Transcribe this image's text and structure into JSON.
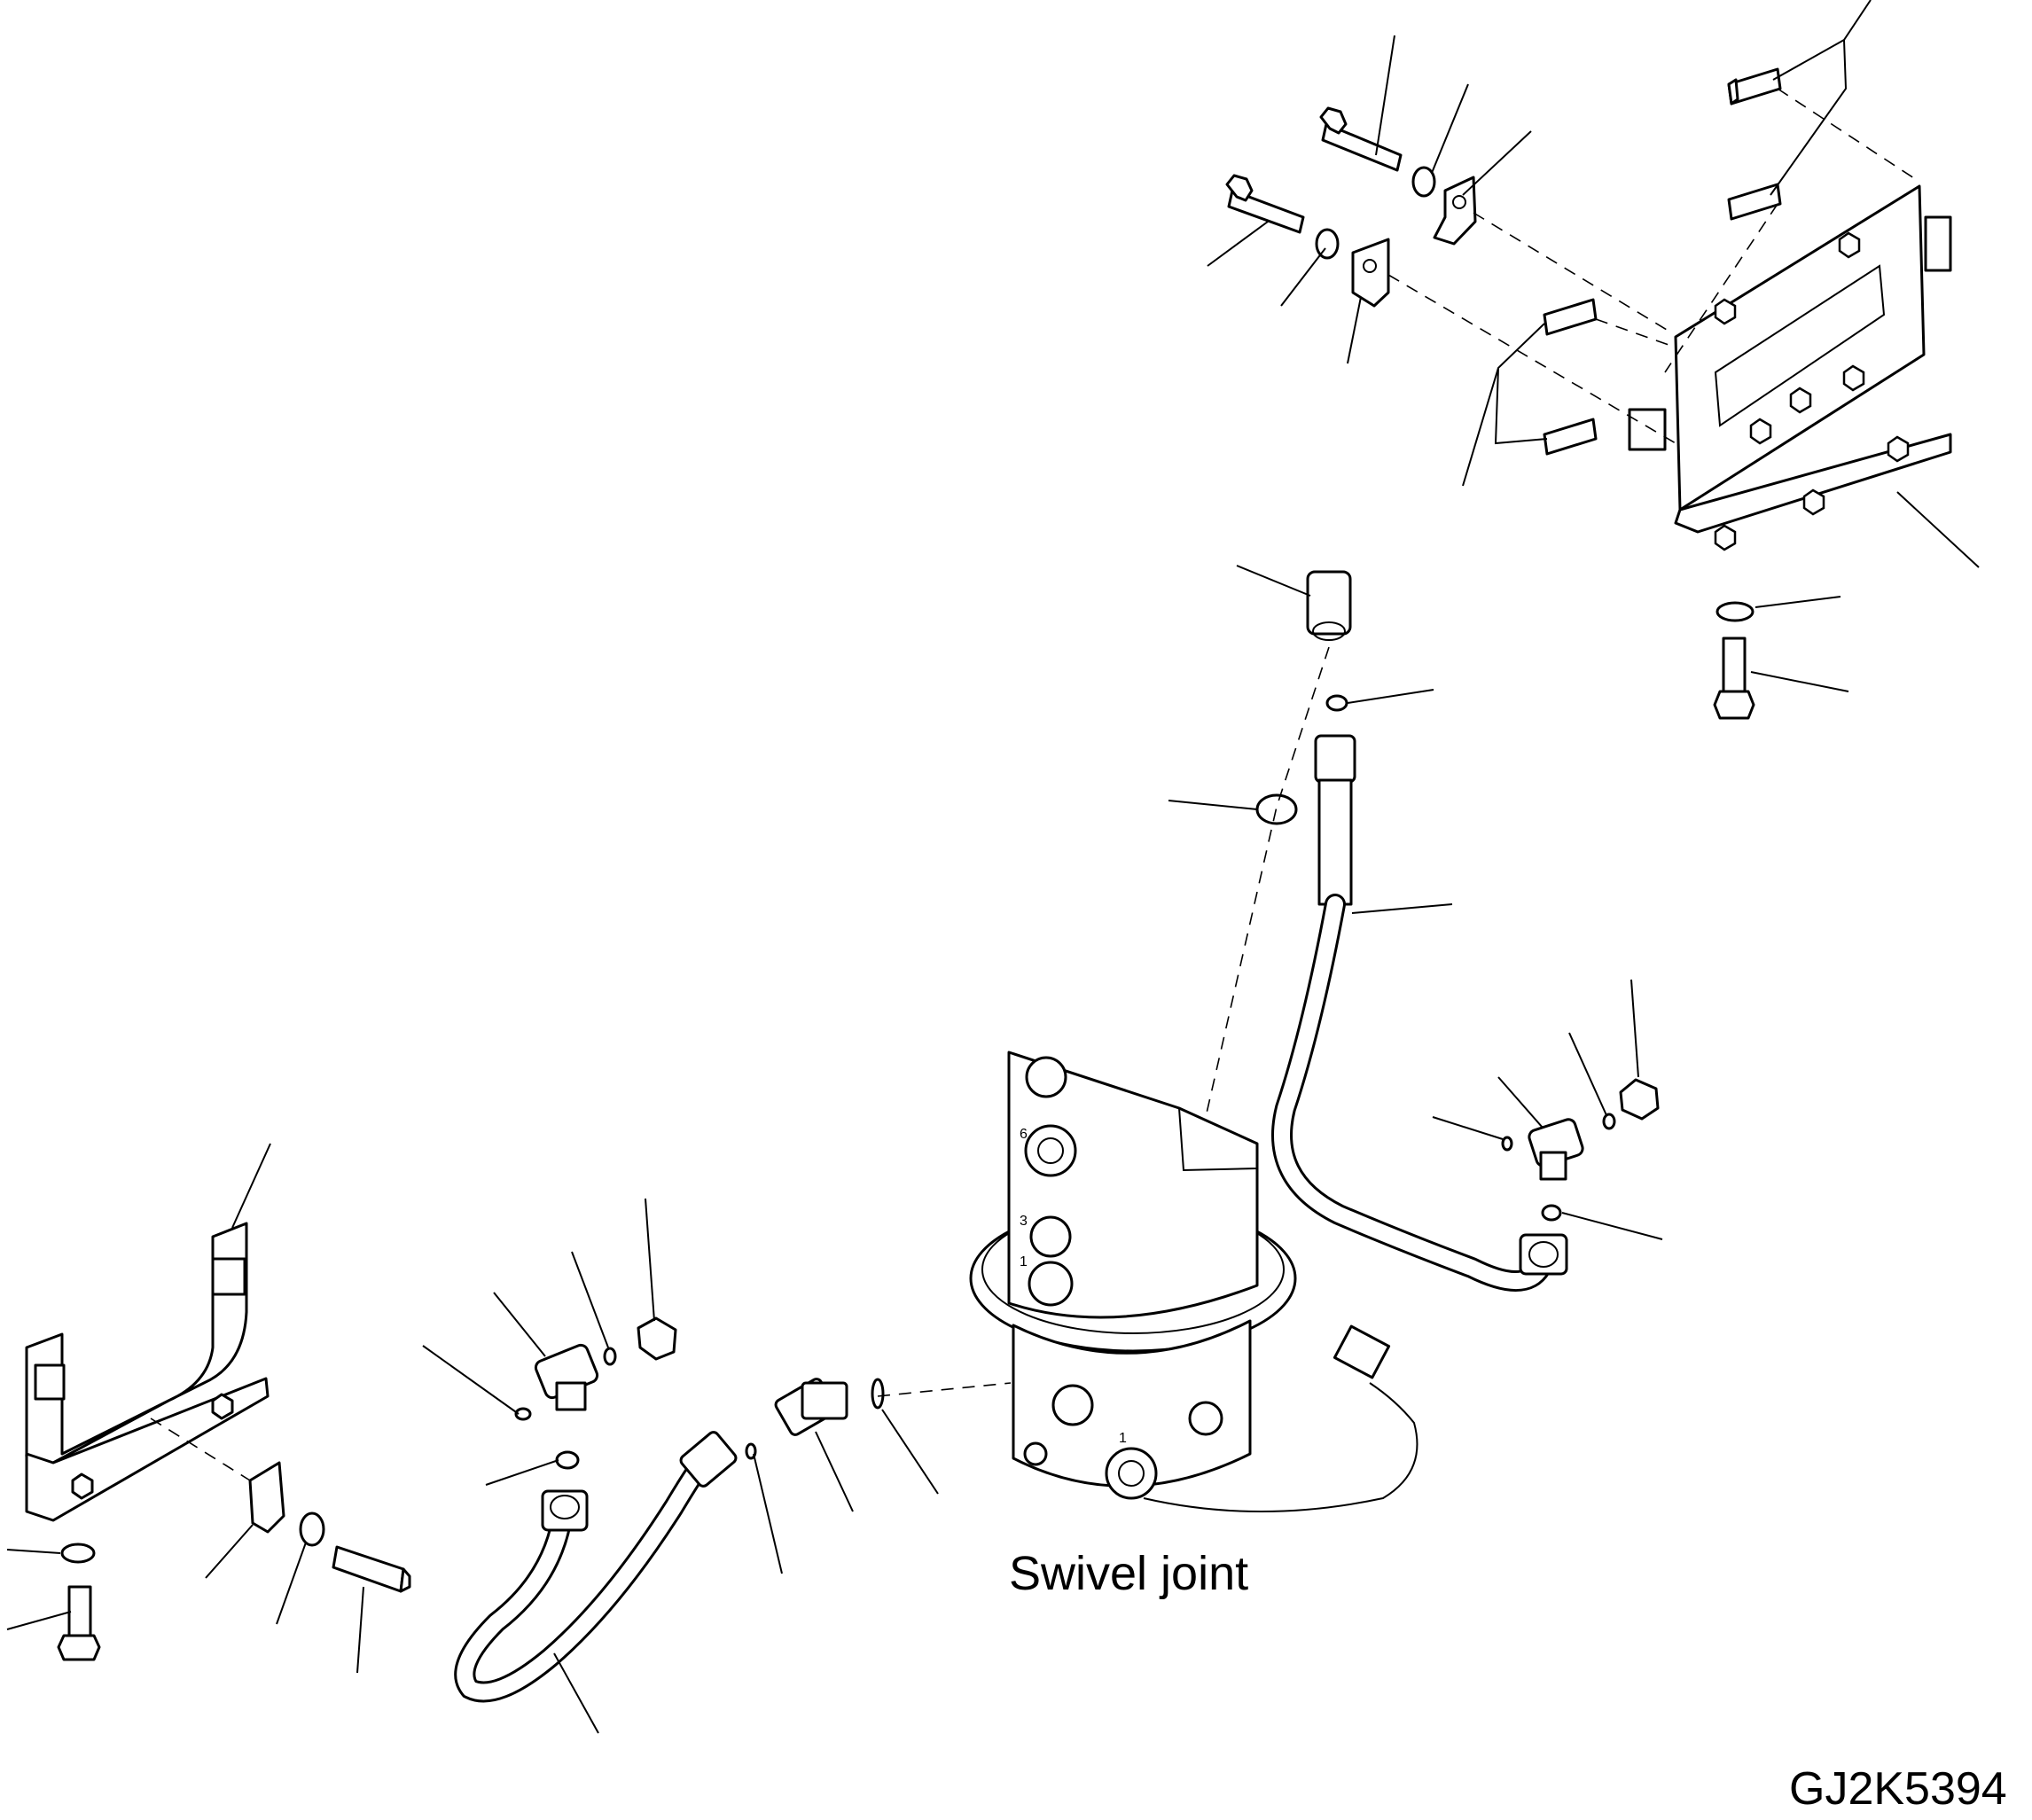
{
  "diagram": {
    "caption": "Swivel joint",
    "figure_code": "GJ2K5394",
    "port_numbers": [
      "6",
      "3",
      "1",
      "1"
    ]
  }
}
